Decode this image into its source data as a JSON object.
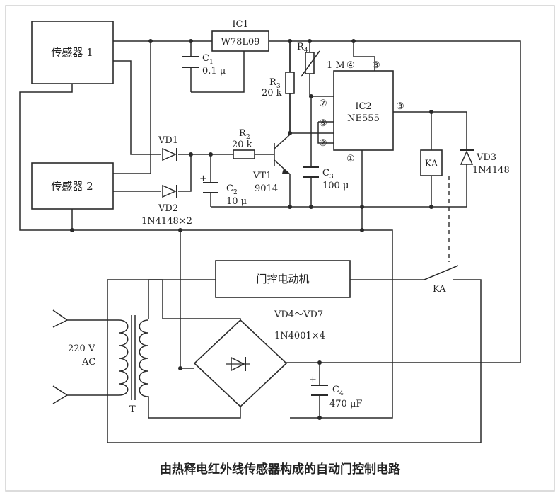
{
  "caption": "由热释电红外线传感器构成的自动门控制电路",
  "blocks": {
    "sensor1": "传感器 1",
    "sensor2": "传感器 2",
    "motor": "门控电动机",
    "ic1_name": "IC1",
    "ic1_part": "W78L09",
    "ic2_name": "IC2",
    "ic2_part": "NE555",
    "relay": "KA",
    "relay_contact": "KA"
  },
  "components": {
    "c1_name": "C",
    "c1_sub": "1",
    "c1_value": "0.1 μ",
    "r4_name": "R",
    "r4_sub": "4",
    "r4_value": "1 M",
    "r3_name": "R",
    "r3_sub": "3",
    "r3_value": "20 k",
    "r2_name": "R",
    "r2_sub": "2",
    "r2_value": "20 k",
    "vd1": "VD1",
    "vd2": "VD2",
    "vd12_part": "1N4148×2",
    "c2_name": "C",
    "c2_sub": "2",
    "c2_value": "10 μ",
    "vt1_name": "VT1",
    "vt1_part": "9014",
    "c3_name": "C",
    "c3_sub": "3",
    "c3_value": "100 μ",
    "vd3": "VD3",
    "vd3_part": "1N4148",
    "bridge_name": "VD4～VD7",
    "bridge_part": "1N4001×4",
    "c4_name": "C",
    "c4_sub": "4",
    "c4_value": "470 μF",
    "mains_v": "220 V",
    "mains_ac": "AC",
    "transformer": "T"
  },
  "pins": {
    "p1": "①",
    "p2": "②",
    "p3": "③",
    "p4": "④",
    "p6": "⑥",
    "p7": "⑦",
    "p8": "⑧"
  },
  "polarity": {
    "plus": "+"
  }
}
